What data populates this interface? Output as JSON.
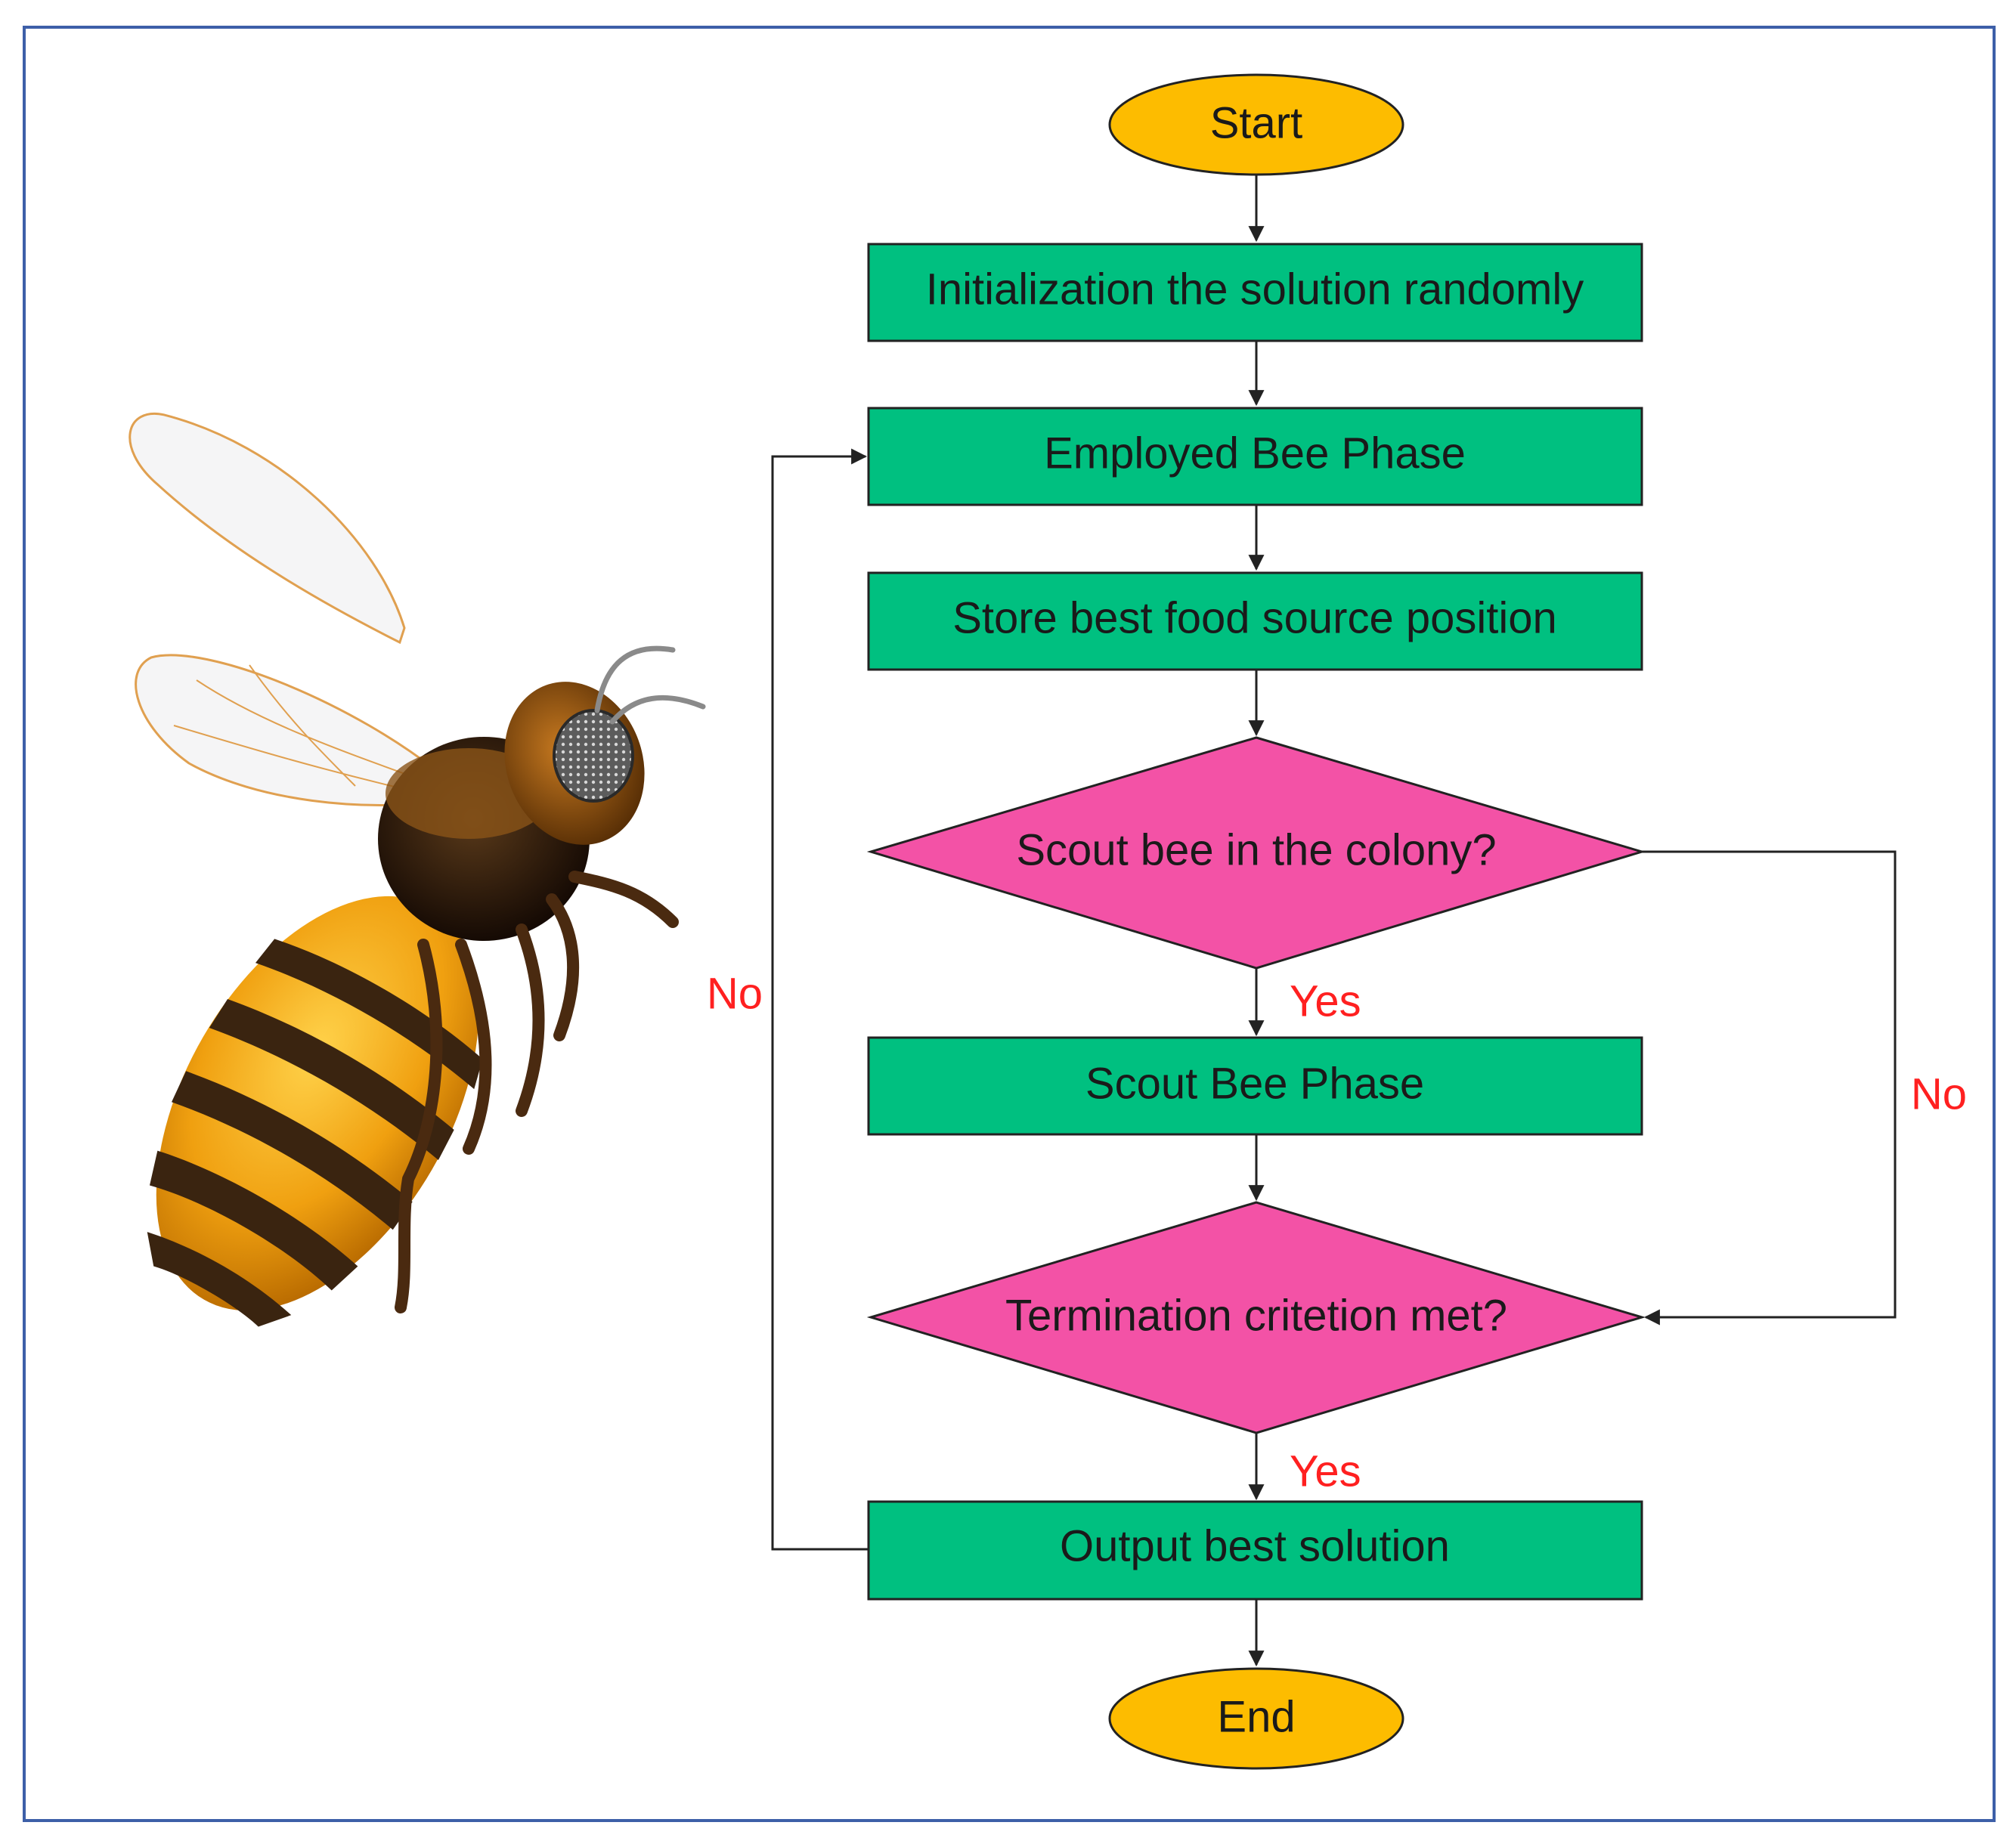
{
  "colors": {
    "frame": "#3d5fa8",
    "terminal_fill": "#fdbc00",
    "process_fill": "#00c080",
    "decision_fill": "#f352a6",
    "connector": "#222222",
    "branch_text": "#ff2020"
  },
  "nodes": {
    "start": "Start",
    "init": "Initialization the solution randomly",
    "employed": "Employed Bee Phase",
    "store": "Store best food source position",
    "scout_question": "Scout bee in the colony?",
    "scout_phase": "Scout Bee Phase",
    "termination_question": "Termination critetion met?",
    "output": "Output best solution",
    "end": "End"
  },
  "branches": {
    "scout_yes": "Yes",
    "scout_no": "No",
    "termination_yes": "Yes",
    "termination_no": "No"
  },
  "illustration": "honeybee"
}
